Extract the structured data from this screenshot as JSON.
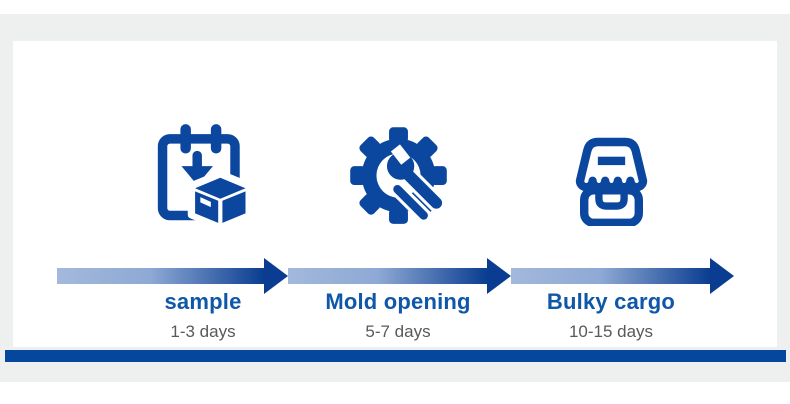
{
  "steps": [
    {
      "label": "sample",
      "duration": "1-3 days",
      "icon": "calendar-box-icon"
    },
    {
      "label": "Mold opening",
      "duration": "5-7 days",
      "icon": "gear-wrench-icon"
    },
    {
      "label": "Bulky cargo",
      "duration": "10-15 days",
      "icon": "storefront-icon"
    }
  ],
  "colors": {
    "brand_blue": "#0b479e",
    "label_blue": "#0f57a8",
    "arrow_dark": "#0a3d91",
    "arrow_light": "#a3b8dc",
    "duration_gray": "#58595b",
    "background_gray": "#eef0f0",
    "accent_bar_blue": "#04479c"
  }
}
